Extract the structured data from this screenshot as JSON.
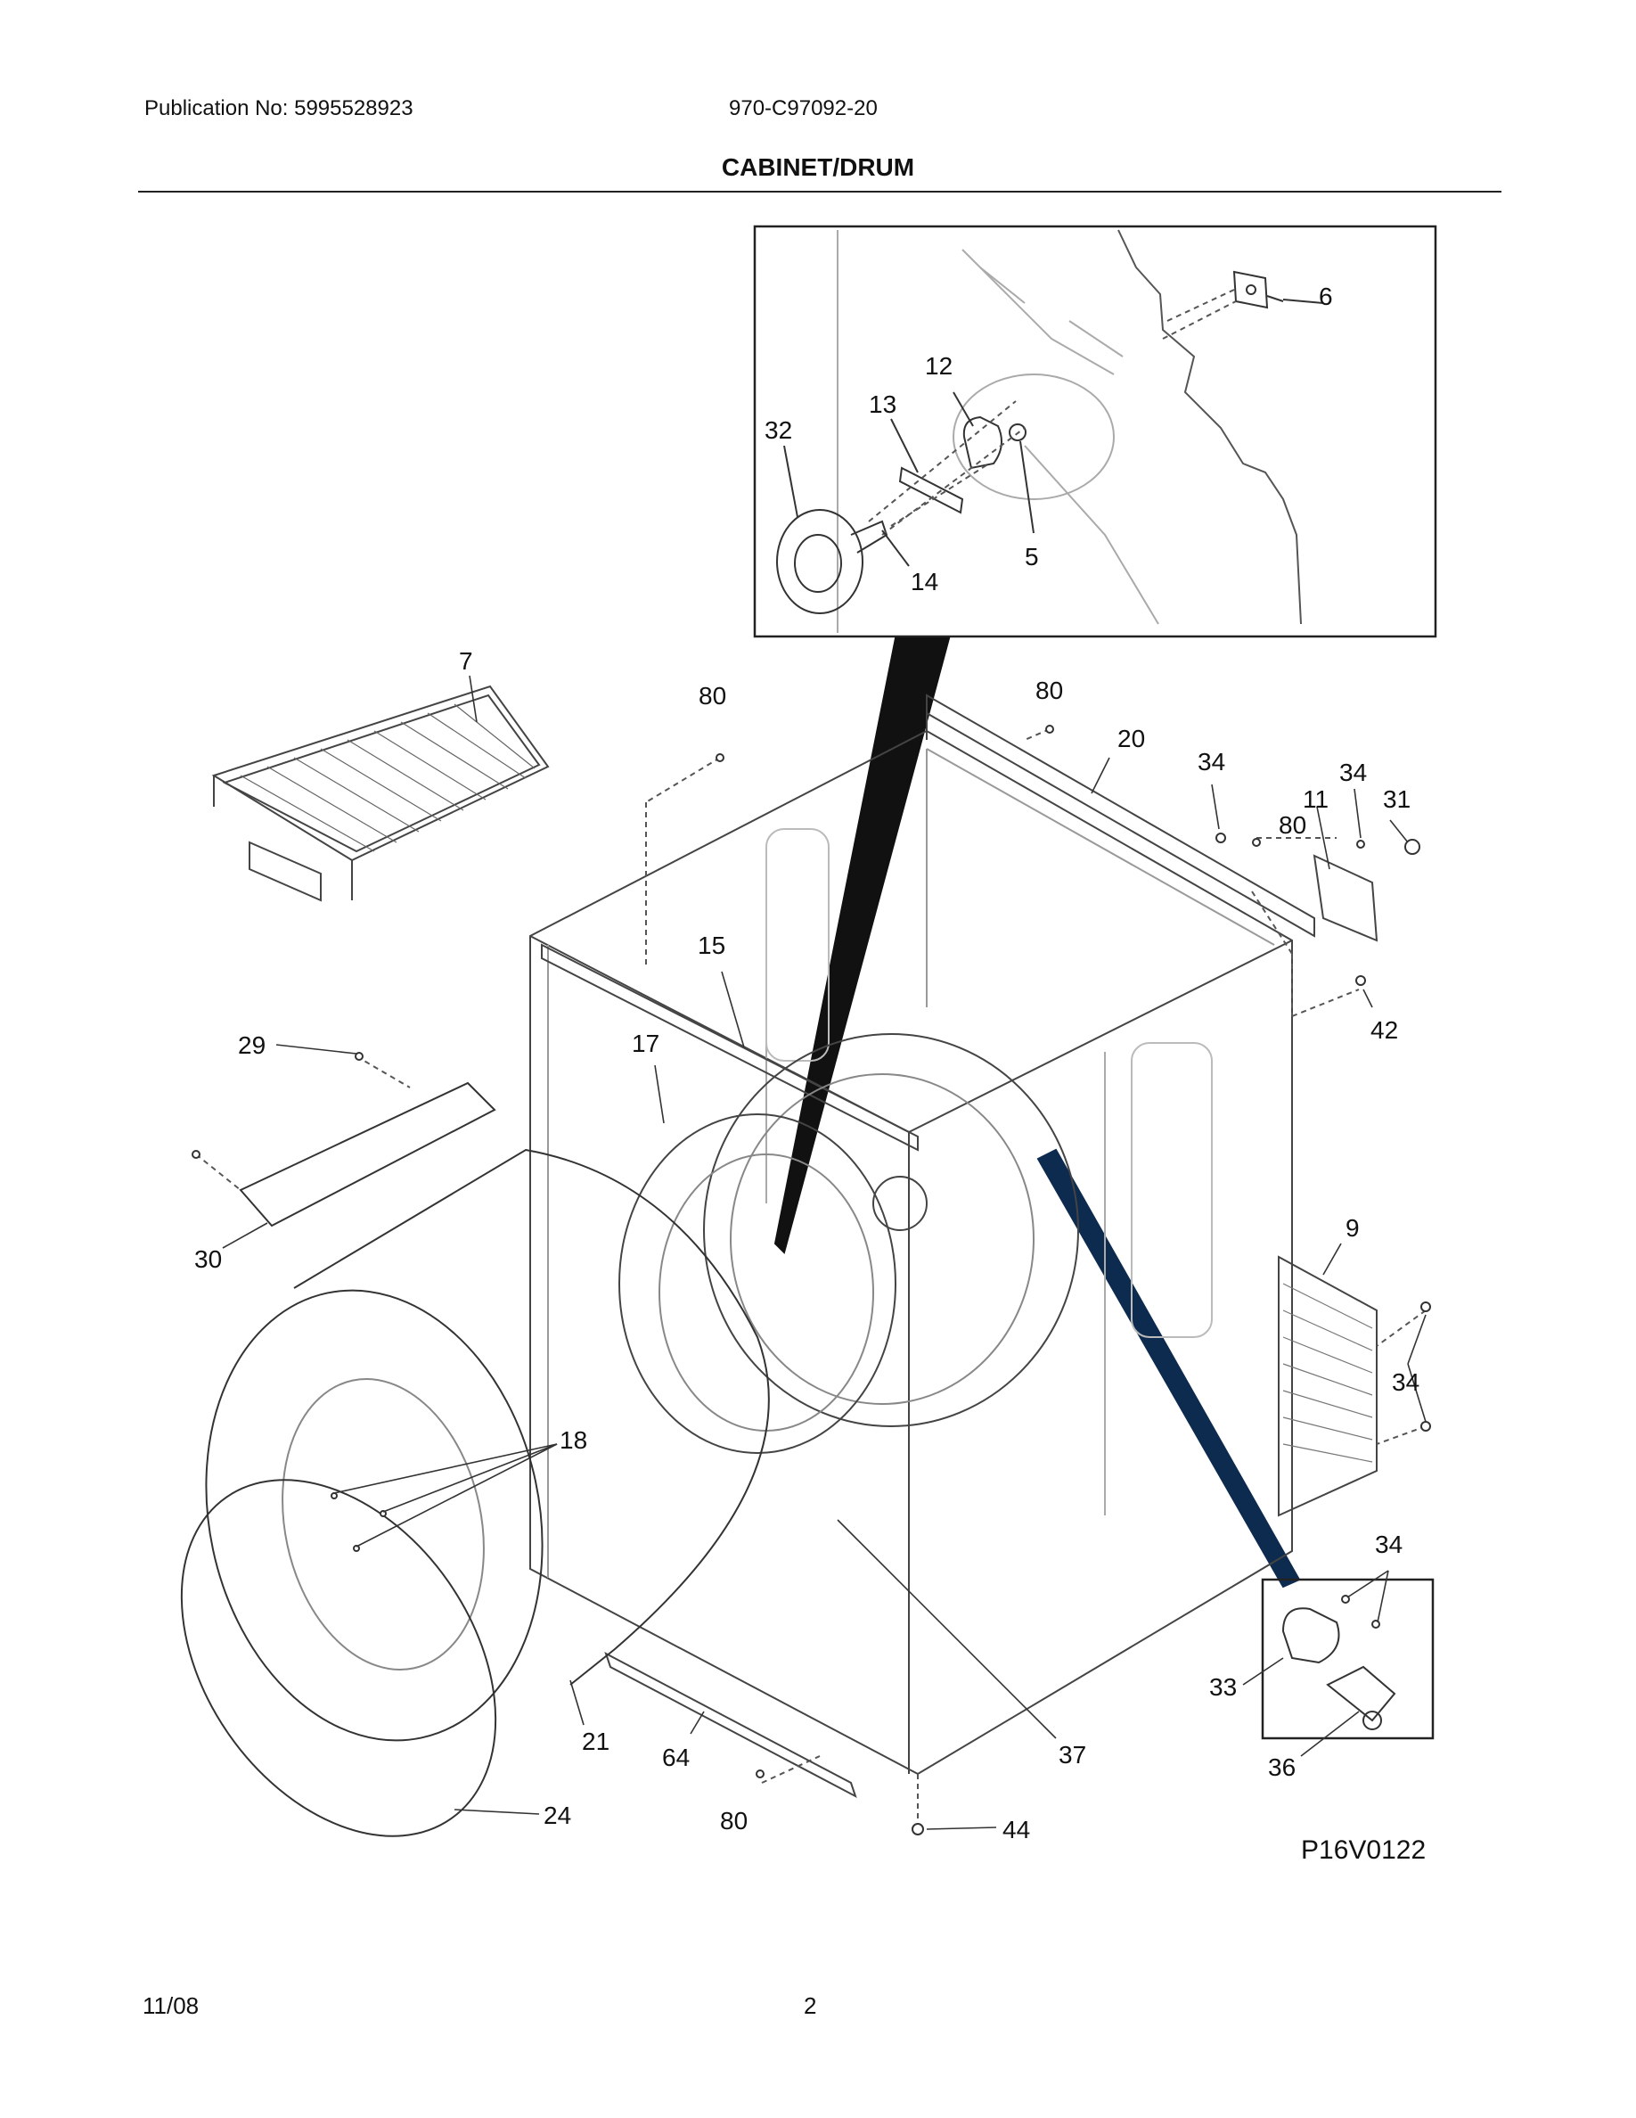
{
  "header": {
    "publication": "Publication No: 5995528923",
    "model": "970-C97092-20",
    "title": "CABINET/DRUM"
  },
  "footer": {
    "date": "11/08",
    "page": "2"
  },
  "diagram": {
    "code": "P16V0122",
    "callouts": {
      "c6": "6",
      "c12": "12",
      "c13": "13",
      "c32": "32",
      "c5": "5",
      "c14": "14",
      "c7": "7",
      "c80a": "80",
      "c80b": "80",
      "c20": "20",
      "c34a": "34",
      "c34b": "34",
      "c11": "11",
      "c31": "31",
      "c80c": "80",
      "c15": "15",
      "c42": "42",
      "c29": "29",
      "c17": "17",
      "c9": "9",
      "c30": "30",
      "c34c": "34",
      "c18": "18",
      "c34d": "34",
      "c33": "33",
      "c21": "21",
      "c64": "64",
      "c37": "37",
      "c36": "36",
      "c24": "24",
      "c80d": "80",
      "c44": "44"
    }
  }
}
